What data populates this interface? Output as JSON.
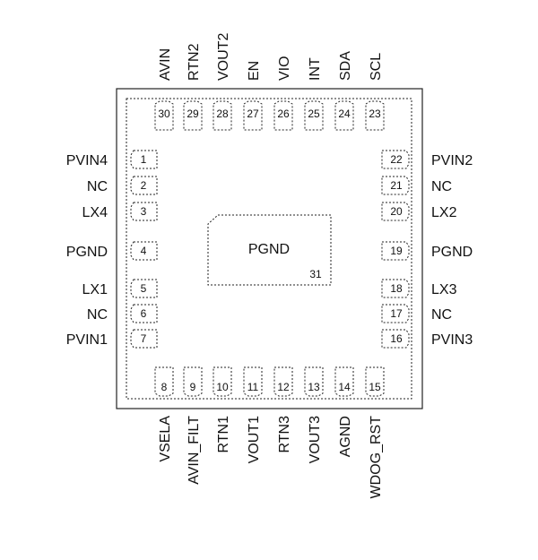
{
  "package": {
    "colors": {
      "outline": "#222222",
      "text": "#111111",
      "background": "#ffffff"
    },
    "thermal_pad": {
      "label": "PGND",
      "number": "31"
    },
    "pins": {
      "left": [
        {
          "num": "1",
          "name": "PVIN4"
        },
        {
          "num": "2",
          "name": "NC"
        },
        {
          "num": "3",
          "name": "LX4"
        },
        {
          "num": "4",
          "name": "PGND"
        },
        {
          "num": "5",
          "name": "LX1"
        },
        {
          "num": "6",
          "name": "NC"
        },
        {
          "num": "7",
          "name": "PVIN1"
        }
      ],
      "bottom": [
        {
          "num": "8",
          "name": "VSELA"
        },
        {
          "num": "9",
          "name": "AVIN_FILT"
        },
        {
          "num": "10",
          "name": "RTN1"
        },
        {
          "num": "11",
          "name": "VOUT1"
        },
        {
          "num": "12",
          "name": "RTN3"
        },
        {
          "num": "13",
          "name": "VOUT3"
        },
        {
          "num": "14",
          "name": "AGND"
        },
        {
          "num": "15",
          "name": "WDOG_RST"
        }
      ],
      "right": [
        {
          "num": "16",
          "name": "PVIN3"
        },
        {
          "num": "17",
          "name": "NC"
        },
        {
          "num": "18",
          "name": "LX3"
        },
        {
          "num": "19",
          "name": "PGND"
        },
        {
          "num": "20",
          "name": "LX2"
        },
        {
          "num": "21",
          "name": "NC"
        },
        {
          "num": "22",
          "name": "PVIN2"
        }
      ],
      "top": [
        {
          "num": "23",
          "name": "SCL"
        },
        {
          "num": "24",
          "name": "SDA"
        },
        {
          "num": "25",
          "name": "INT"
        },
        {
          "num": "26",
          "name": "VIO"
        },
        {
          "num": "27",
          "name": "EN"
        },
        {
          "num": "28",
          "name": "VOUT2"
        },
        {
          "num": "29",
          "name": "RTN2"
        },
        {
          "num": "30",
          "name": "AVIN"
        }
      ]
    }
  }
}
